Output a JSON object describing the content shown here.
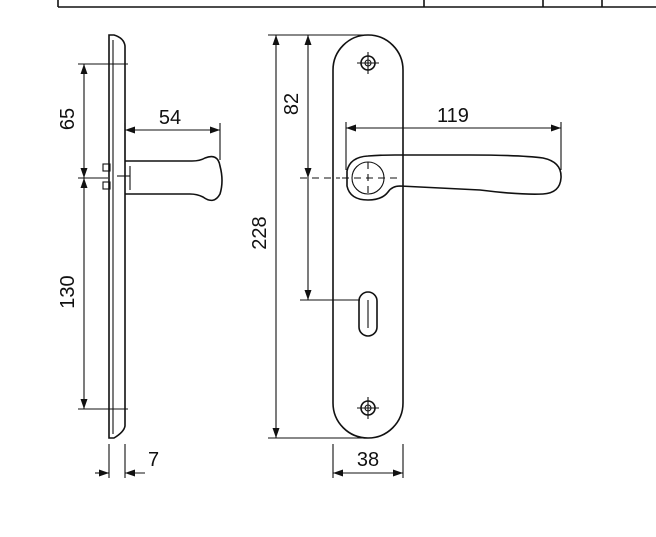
{
  "drawing": {
    "dimensions": {
      "d65": "65",
      "d54": "54",
      "d130": "130",
      "d7": "7",
      "d228": "228",
      "d82": "82",
      "d119": "119",
      "d38": "38"
    }
  }
}
